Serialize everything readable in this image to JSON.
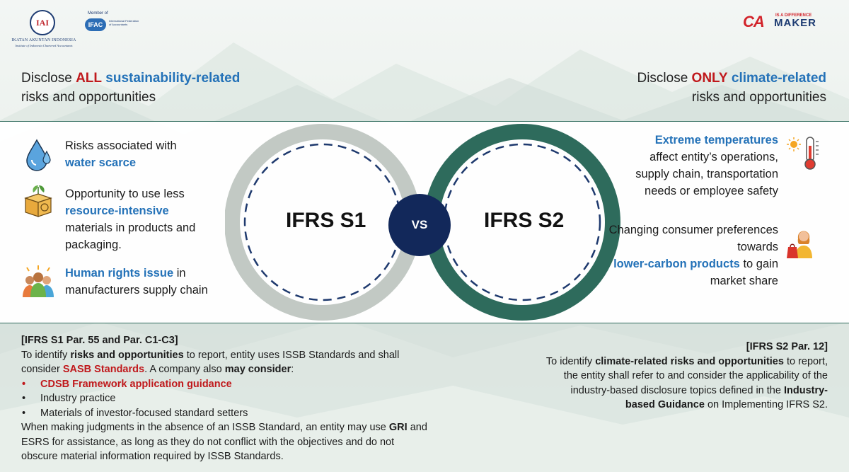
{
  "header": {
    "iai_abbrev": "IAI",
    "iai_name": "IKATAN AKUNTAN INDONESIA",
    "iai_subtitle": "Institute of Indonesia Chartered Accountants",
    "ifac_member": "Member of",
    "ifac_badge": "IFAC",
    "ifac_name": "International Federation of Accountants",
    "ca_mark": "CA",
    "ca_tagline": "IS A DIFFERENCE",
    "ca_maker": "MAKER"
  },
  "left_headline": {
    "prefix": "Disclose ",
    "emphasis": "ALL",
    "highlight": "sustainability-related",
    "line2": "risks and opportunities"
  },
  "right_headline": {
    "prefix": "Disclose ",
    "emphasis": "ONLY",
    "highlight": "climate-related",
    "line2": "risks and opportunities"
  },
  "center": {
    "s1_label": "IFRS S1",
    "vs_label": "VS",
    "s2_label": "IFRS S2"
  },
  "left_items": [
    {
      "text_before": "Risks associated with",
      "highlight": "water scarce",
      "text_after": "",
      "icon": "water-drop-icon"
    },
    {
      "text_before": "Opportunity to use less",
      "highlight": "resource-intensive",
      "text_after": "materials in products and packaging.",
      "icon": "recycled-box-icon"
    },
    {
      "text_before": "",
      "highlight": "Human rights issue",
      "text_after": " in manufacturers supply chain",
      "icon": "people-icon"
    }
  ],
  "right_items": [
    {
      "highlight": "Extreme temperatures",
      "text_after": "affect entity’s operations, supply chain, transportation needs or employee safety",
      "icon": "thermometer-icon"
    },
    {
      "text_before": "Changing consumer preferences towards",
      "highlight": "lower-carbon products",
      "text_after": " to gain market share",
      "icon": "shopper-icon"
    }
  ],
  "ref_left": {
    "title": "[IFRS S1 Par. 55 and Par. C1-C3]",
    "p1_a": "To identify ",
    "p1_b": "risks and opportunities",
    "p1_c": " to report, entity uses ISSB Standards and shall consider ",
    "p1_d": "SASB Standards",
    "p1_e": ". A company also ",
    "p1_f": "may consider",
    "p1_g": ":",
    "bullets": [
      "CDSB Framework application guidance",
      "Industry practice",
      "Materials of investor-focused standard setters"
    ],
    "p2_a": "When making judgments in the absence of an ISSB Standard, an entity may use ",
    "p2_b": "GRI",
    "p2_c": " and ESRS for assistance, as long as they do not conflict with the objectives and do not obscure material information required by ISSB Standards."
  },
  "ref_right": {
    "title": "[IFRS S2 Par. 12]",
    "a": "To identify ",
    "b": "climate-related risks and opportunities",
    "c": " to report, the entity shall refer to and consider the applicability of the industry-based disclosure topics defined in the ",
    "d": "Industry-based Guidance",
    "e": " on Implementing IFRS S2."
  },
  "colors": {
    "red": "#c0191c",
    "blue": "#2472b8",
    "navy": "#12285a",
    "ring_s1": "#c2c9c4",
    "ring_s2": "#2e6b5c"
  }
}
